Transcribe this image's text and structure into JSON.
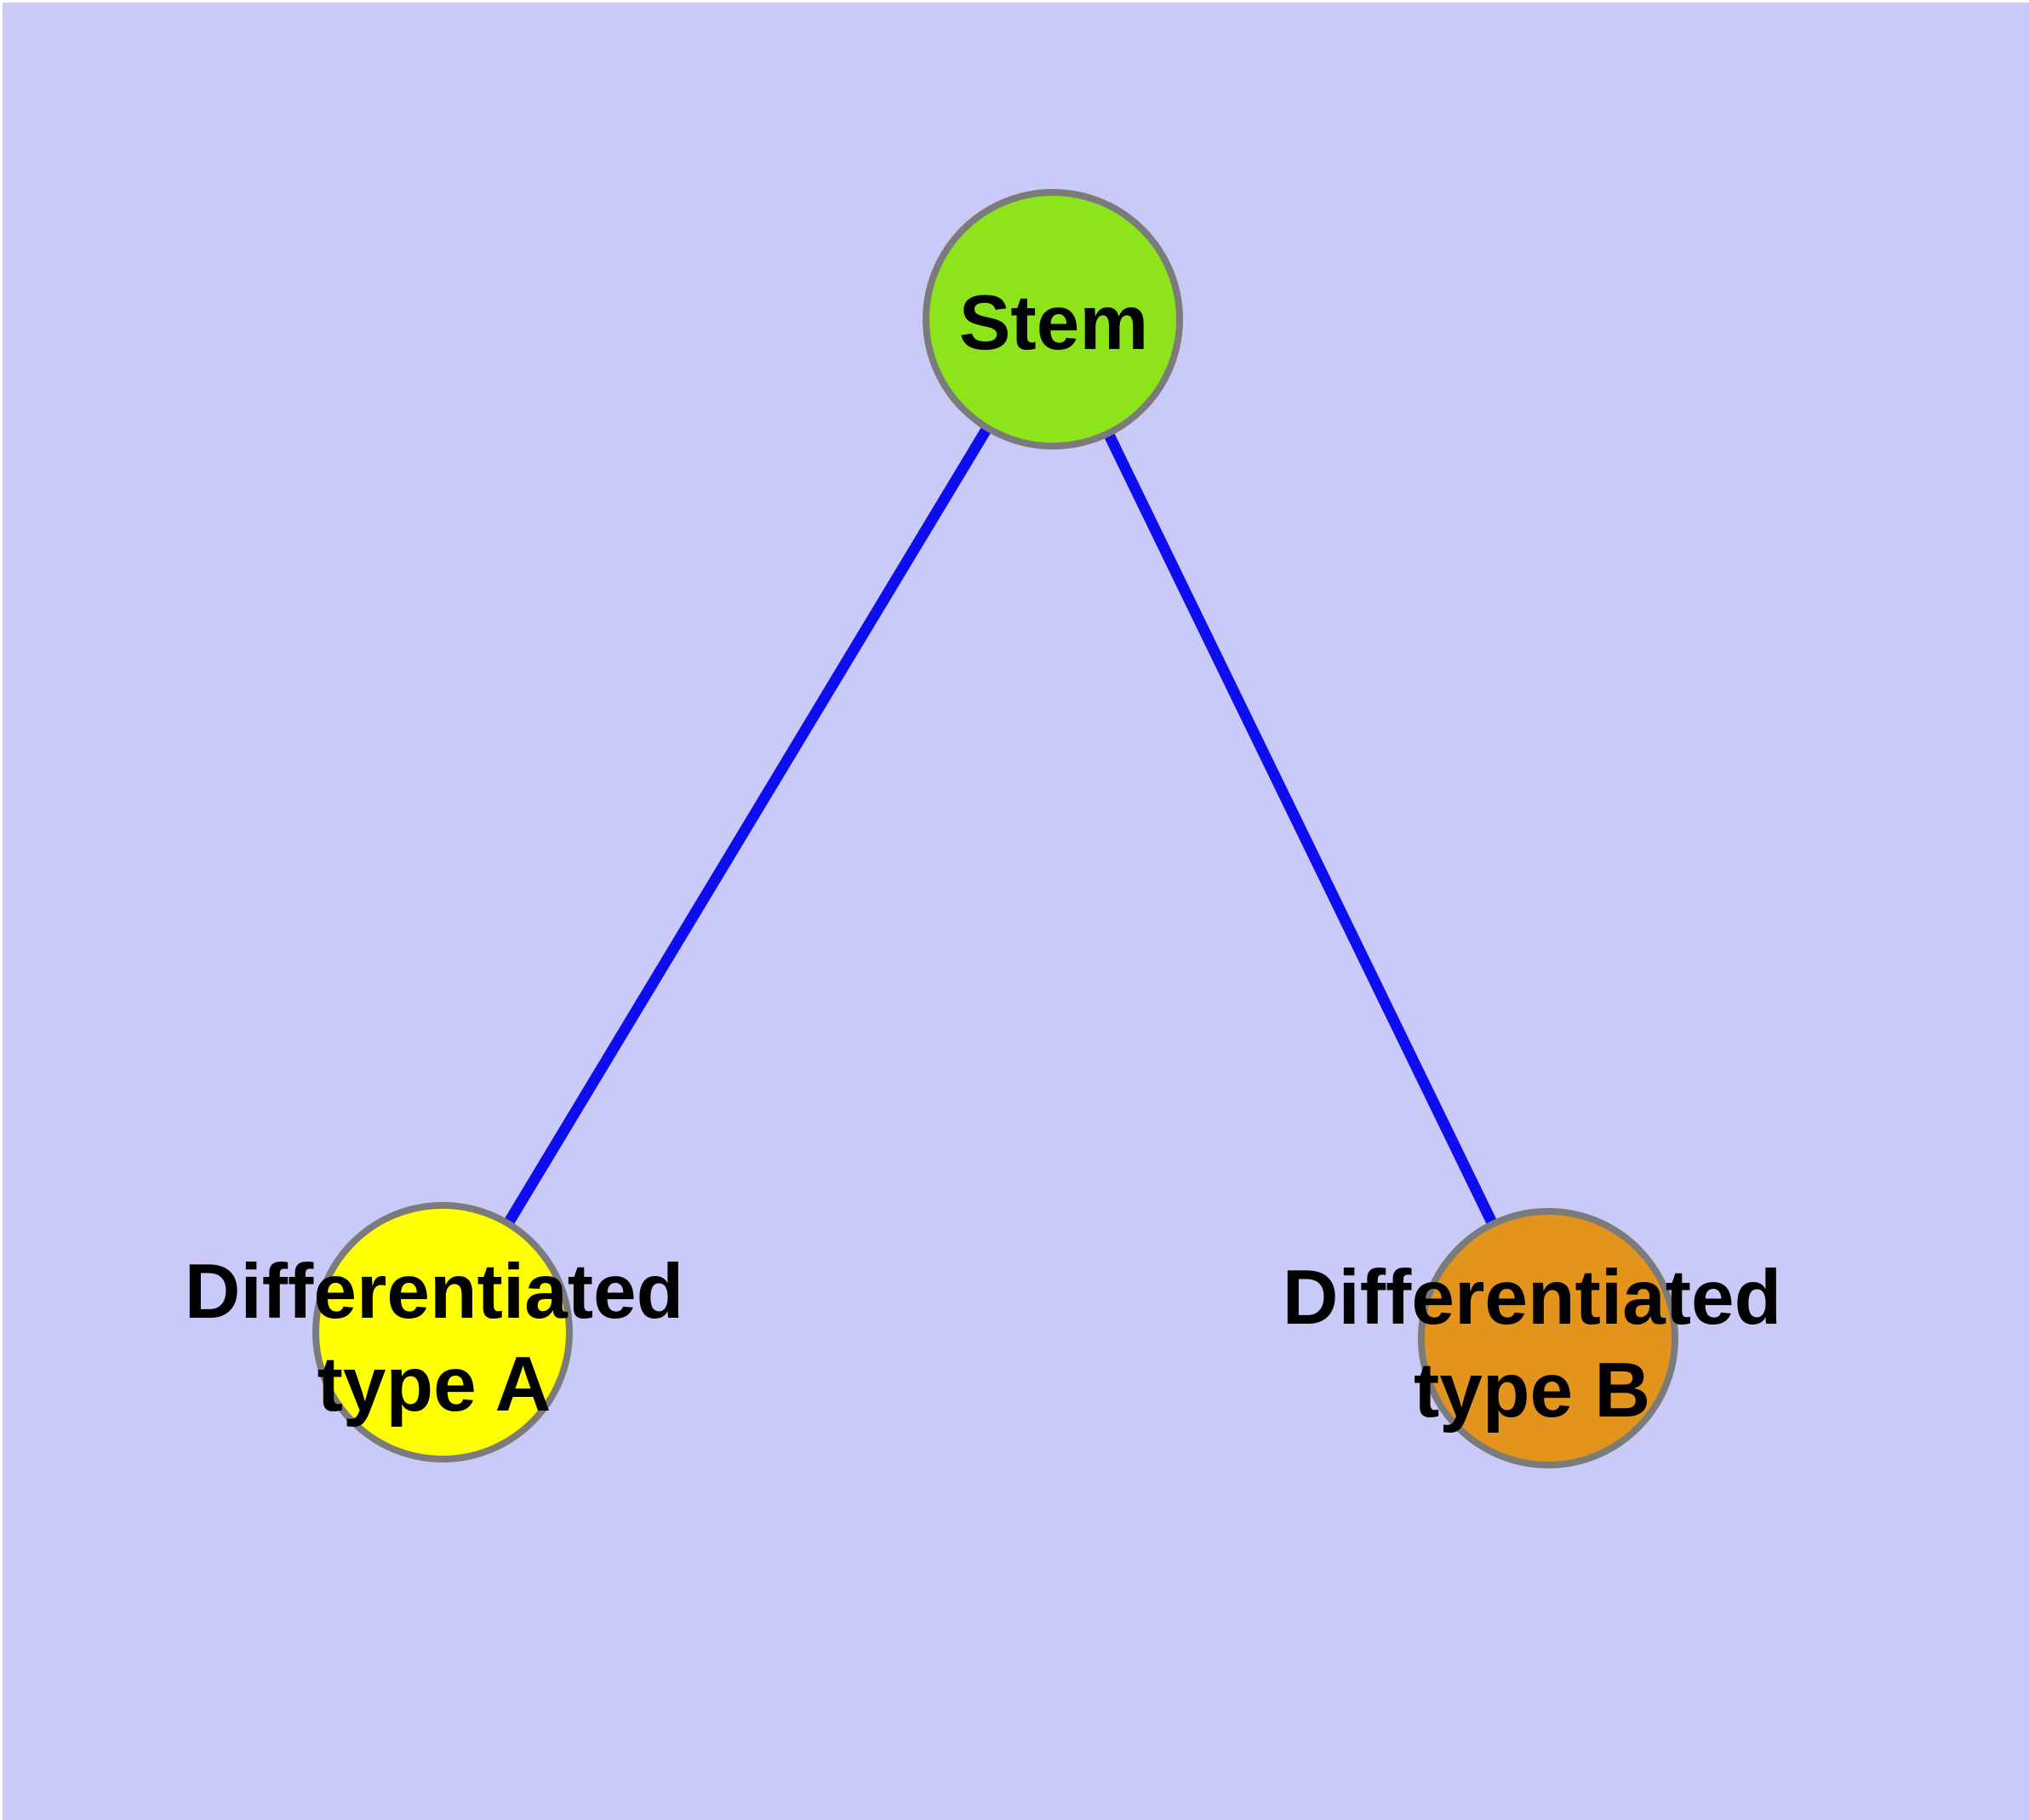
{
  "canvas": {
    "background_color": "#cacaf8",
    "margin_color": "#ffffff"
  },
  "graph": {
    "edge_color": "#0d0df0",
    "node_border_color": "#7b7b7b",
    "label_color": "#000000",
    "nodes": [
      {
        "id": "stem",
        "label": "Stem",
        "color": "#8de41a"
      },
      {
        "id": "differentiated-type-a",
        "label": "Differentiated type A",
        "label_lines": [
          "Differentiated",
          "type A"
        ],
        "color": "#ffff00"
      },
      {
        "id": "differentiated-type-b",
        "label": "Differentiated type B",
        "label_lines": [
          "Differentiated",
          "type B"
        ],
        "color": "#e2941d"
      }
    ],
    "edges": [
      {
        "from": "Stem",
        "to": "Differentiated type A"
      },
      {
        "from": "Stem",
        "to": "Differentiated type B"
      }
    ]
  }
}
